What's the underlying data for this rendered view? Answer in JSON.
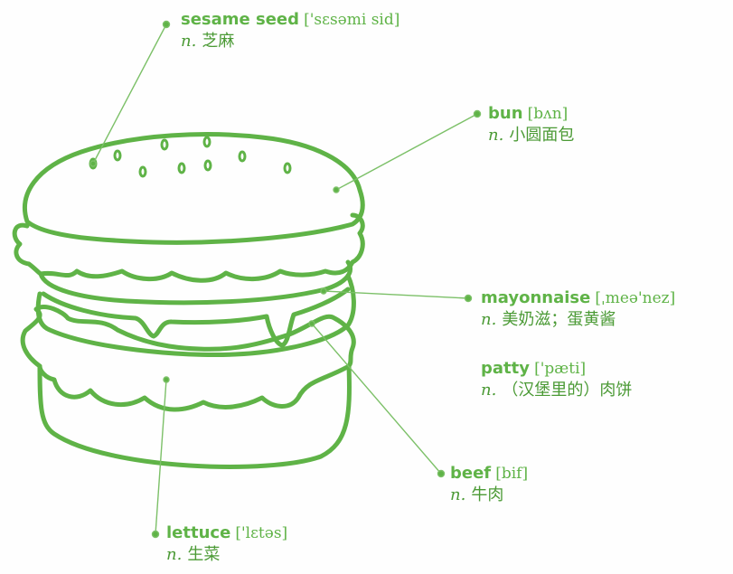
{
  "colors": {
    "green": "#5fb347",
    "line_green": "#7cc068",
    "text_dark_green": "#4b9a35"
  },
  "labels": {
    "sesame": {
      "word": "sesame seed",
      "ipa": "['sɛsəmi sid]",
      "pos": "n.",
      "meaning": "芝麻"
    },
    "bun": {
      "word": "bun",
      "ipa": "[bʌn]",
      "pos": "n.",
      "meaning": "小圆面包"
    },
    "mayonnaise": {
      "word": "mayonnaise",
      "ipa": "[ˌmeə'nez]",
      "pos": "n.",
      "meaning": "美奶滋；蛋黄酱"
    },
    "patty": {
      "word": "patty",
      "ipa": "['pæti]",
      "pos": "n.",
      "meaning": "（汉堡里的）肉饼"
    },
    "beef": {
      "word": "beef",
      "ipa": "[bif]",
      "pos": "n.",
      "meaning": "牛肉"
    },
    "lettuce": {
      "word": "lettuce",
      "ipa": "['lɛtəs]",
      "pos": "n.",
      "meaning": "生菜"
    }
  }
}
